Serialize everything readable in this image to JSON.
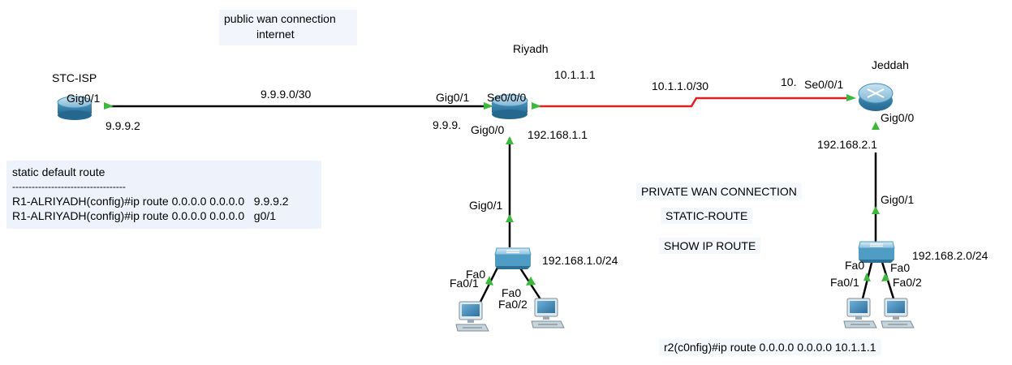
{
  "notes": {
    "public_wan_line1": "public wan connection",
    "public_wan_line2": "internet",
    "private_wan": "PRIVATE WAN CONNECTION",
    "static_route": "STATIC-ROUTE",
    "show_ip_route": "SHOW IP ROUTE",
    "r2_command": "r2(c0nfig)#ip route 0.0.0.0 0.0.0.0 10.1.1.1"
  },
  "static_box": {
    "title": "static default route",
    "divider": "-----------------------------------",
    "cmd1": "R1-ALRIYADH(config)#ip route 0.0.0.0 0.0.0.0   9.9.9.2",
    "cmd2": "R1-ALRIYADH(config)#ip route 0.0.0.0 0.0.0.0   g0/1"
  },
  "devices": {
    "isp": "STC-ISP",
    "riyadh": "Riyadh",
    "jeddah": "Jeddah"
  },
  "links": {
    "public_net": "9.9.9.0/30",
    "isp_port": "Gig0/1",
    "isp_ip": "9.9.9.2",
    "riyadh_wan_port": "Gig0/1",
    "riyadh_wan_ip": "9.9.9.",
    "riyadh_serial": "Se0/0/0",
    "riyadh_serial_ip": "10.1.1.1",
    "serial_net": "10.1.1.0/30",
    "jeddah_serial_ip": "10.",
    "jeddah_serial": "Se0/0/1",
    "riyadh_lan_port": "Gig0/0",
    "riyadh_lan_ip": "192.168.1.1",
    "switch1_uplink": "Gig0/1",
    "lan1_net": "192.168.1.0/24",
    "sw1_fa0_a": "Fa0",
    "sw1_fa01": "Fa0/1",
    "sw1_fa0_b": "Fa0",
    "sw1_fa02": "Fa0/2",
    "jeddah_lan_port": "Gig0/0",
    "jeddah_lan_ip": "192.168.2.1",
    "switch2_uplink": "Gig0/1",
    "lan2_net": "192.168.2.0/24",
    "sw2_fa0_a": "Fa0",
    "sw2_fa01": "Fa0/1",
    "sw2_fa0_b": "Fa0",
    "sw2_fa02": "Fa0/2"
  },
  "colors": {
    "ethernet": "#000000",
    "serial": "#e02020",
    "link_up": "#3cb83c",
    "router_body": "#3f8fb8",
    "switch_body": "#4f9cc4",
    "note_bg": "#eef3fb"
  }
}
